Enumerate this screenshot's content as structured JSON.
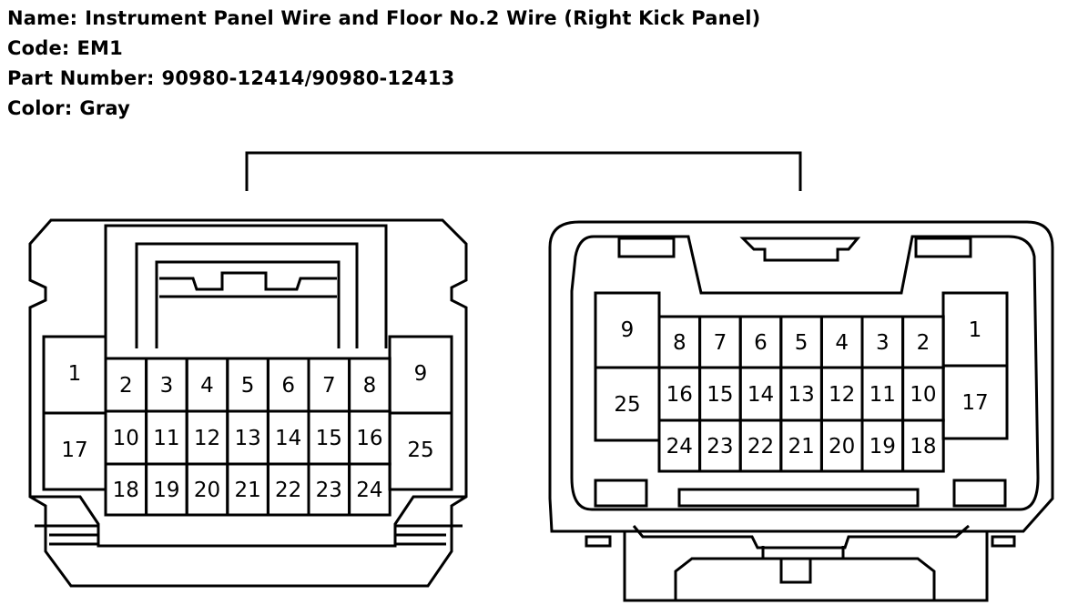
{
  "info": {
    "name_label": "Name:",
    "name_value": "Instrument Panel Wire and Floor No.2 Wire (Right Kick Panel)",
    "code_label": "Code:",
    "code_value": "EM1",
    "part_label": "Part Number:",
    "part_value": "90980-12414/90980-12413",
    "color_label": "Color:",
    "color_value": "Gray"
  },
  "connector_left": {
    "outer_top": [
      "1",
      "9"
    ],
    "outer_bottom": [
      "17",
      "25"
    ],
    "row1": [
      "2",
      "3",
      "4",
      "5",
      "6",
      "7",
      "8"
    ],
    "row2": [
      "10",
      "11",
      "12",
      "13",
      "14",
      "15",
      "16"
    ],
    "row3": [
      "18",
      "19",
      "20",
      "21",
      "22",
      "23",
      "24"
    ]
  },
  "connector_right": {
    "outer_top": [
      "9",
      "1"
    ],
    "outer_bottom": [
      "25",
      "17"
    ],
    "row1": [
      "8",
      "7",
      "6",
      "5",
      "4",
      "3",
      "2"
    ],
    "row2": [
      "16",
      "15",
      "14",
      "13",
      "12",
      "11",
      "10"
    ],
    "row3": [
      "24",
      "23",
      "22",
      "21",
      "20",
      "19",
      "18"
    ]
  }
}
